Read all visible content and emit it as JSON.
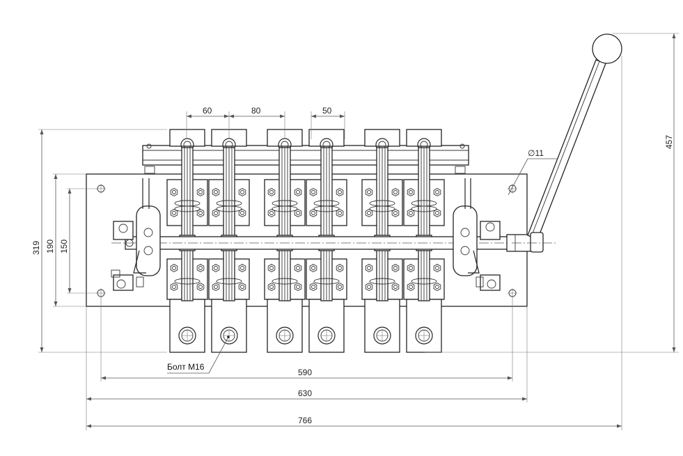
{
  "dimensions": {
    "d60": "60",
    "d80": "80",
    "d50": "50",
    "d11": "∅11",
    "d457": "457",
    "d319": "319",
    "d190": "190",
    "d150": "150",
    "d590": "590",
    "d630": "630",
    "d766": "766"
  },
  "callout": {
    "bolt": "Болт М16"
  },
  "poles": [
    {
      "id": "pole-1"
    },
    {
      "id": "pole-2"
    },
    {
      "id": "pole-3"
    },
    {
      "id": "pole-4"
    },
    {
      "id": "pole-5"
    },
    {
      "id": "pole-6"
    }
  ],
  "colors": {
    "line": "#222222",
    "dimension": "#555555"
  }
}
